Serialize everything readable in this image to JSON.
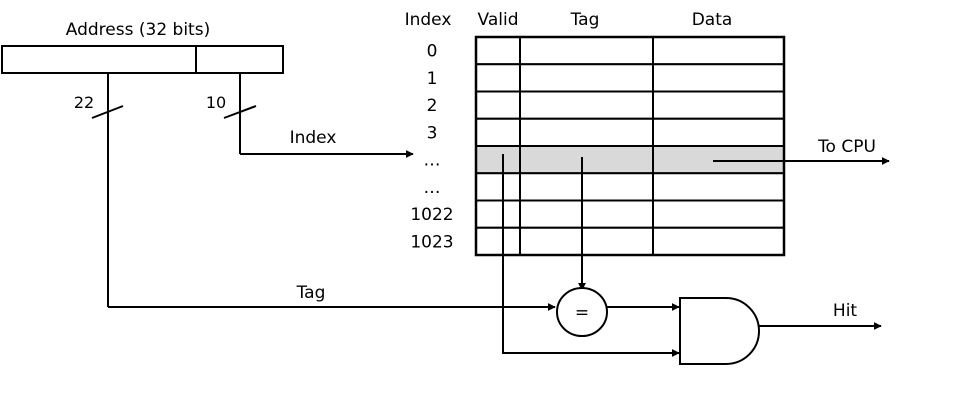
{
  "address": {
    "title": "Address (32 bits)",
    "tag_bits": "22",
    "index_bits": "10"
  },
  "cache": {
    "headers": {
      "index": "Index",
      "valid": "Valid",
      "tag": "Tag",
      "data": "Data"
    },
    "rows": [
      "0",
      "1",
      "2",
      "3",
      "…",
      "…",
      "1022",
      "1023"
    ],
    "highlight_row": 4,
    "highlight_color": "#d9d9d9"
  },
  "labels": {
    "index": "Index",
    "tag": "Tag",
    "to_cpu": "To CPU",
    "comparator": "=",
    "hit": "Hit"
  }
}
